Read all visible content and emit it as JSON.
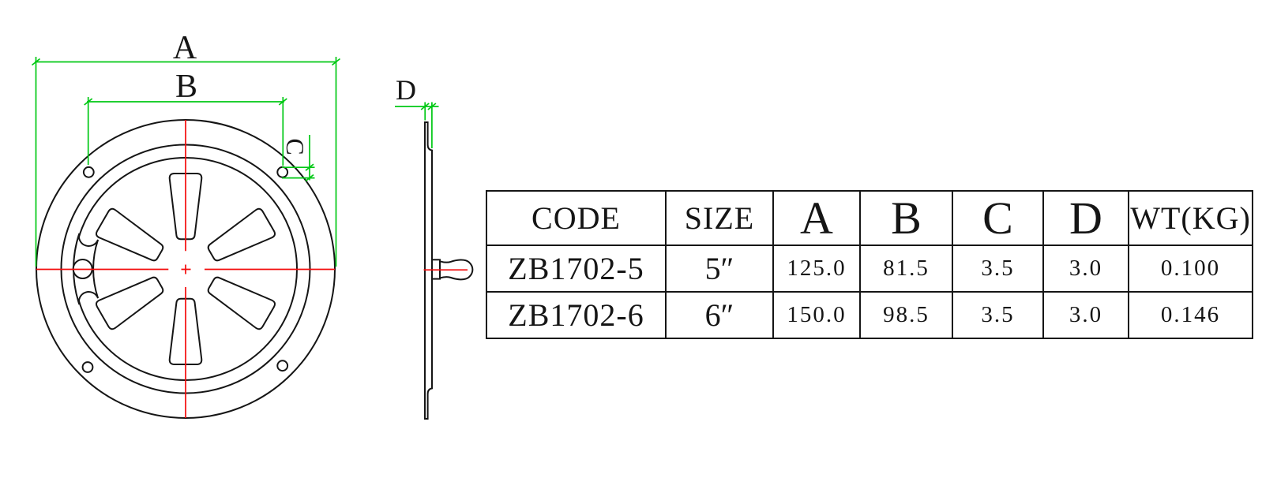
{
  "drawing": {
    "dims": {
      "a": "A",
      "b": "B",
      "c": "C",
      "d": "D"
    },
    "colors": {
      "dimension_green": "#00c814",
      "centerline_red": "#f40b0b",
      "outline_black": "#151515"
    }
  },
  "table": {
    "headers": [
      "CODE",
      "SIZE",
      "A",
      "B",
      "C",
      "D",
      "WT(KG)"
    ],
    "rows": [
      {
        "code": "ZB1702-5",
        "size": "5″",
        "a": "125.0",
        "b": "81.5",
        "c": "3.5",
        "d": "3.0",
        "wt": "0.100"
      },
      {
        "code": "ZB1702-6",
        "size": "6″",
        "a": "150.0",
        "b": "98.5",
        "c": "3.5",
        "d": "3.0",
        "wt": "0.146"
      }
    ]
  }
}
